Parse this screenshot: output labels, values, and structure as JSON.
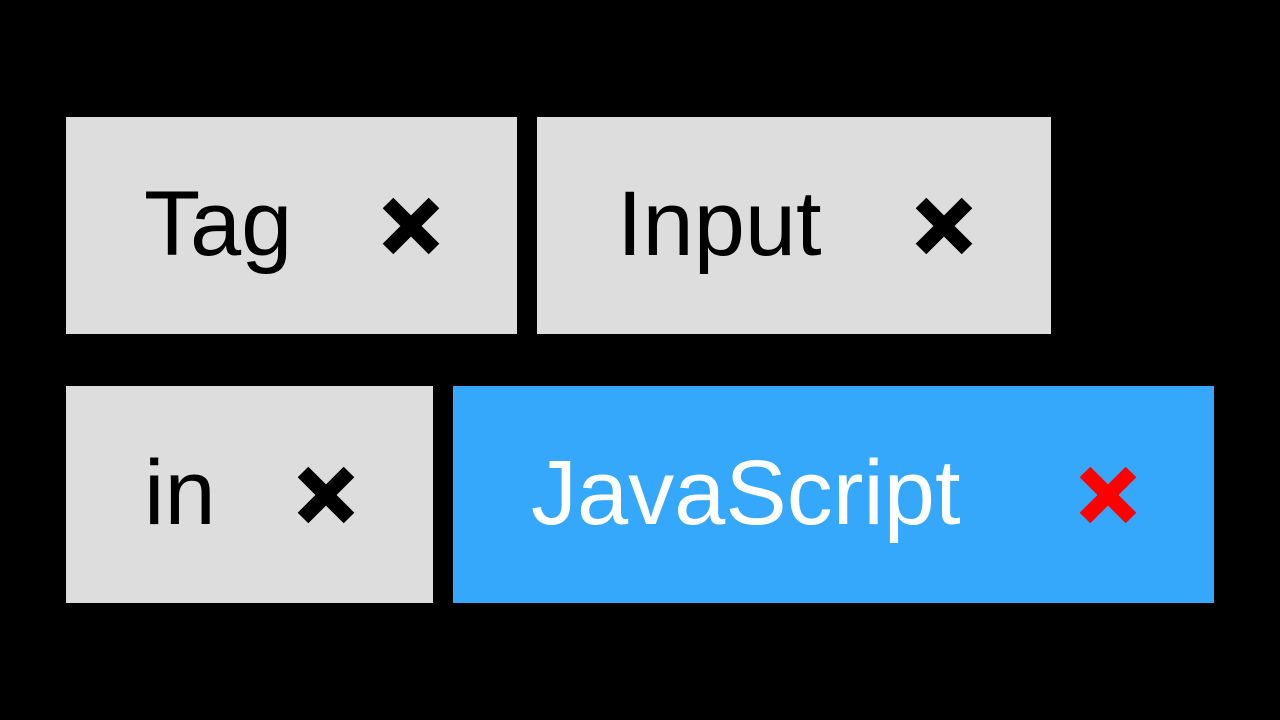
{
  "tags": [
    {
      "label": "Tag",
      "state": "default",
      "remove_icon": "close-icon"
    },
    {
      "label": "Input",
      "state": "default",
      "remove_icon": "close-icon"
    },
    {
      "label": "in",
      "state": "default",
      "remove_icon": "close-icon"
    },
    {
      "label": "JavaScript",
      "state": "selected",
      "remove_icon": "close-icon"
    }
  ],
  "colors": {
    "background": "#000000",
    "tag_default_bg": "#dddddd",
    "tag_default_text": "#000000",
    "tag_default_icon": "#000000",
    "tag_selected_bg": "#36a8fc",
    "tag_selected_text": "#ffffff",
    "tag_selected_icon": "#ff0000"
  }
}
